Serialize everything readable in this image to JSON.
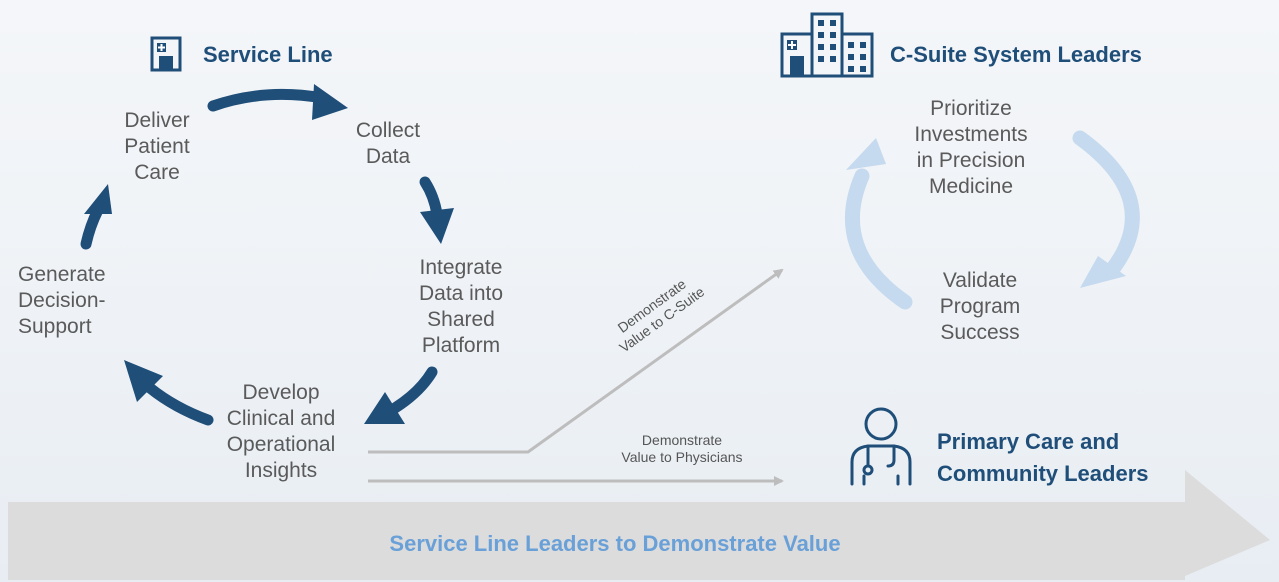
{
  "service_line": {
    "title": "Service Line",
    "icon": "hospital-door-icon",
    "steps": {
      "deliver": "Deliver\nPatient\nCare",
      "collect": "Collect\nData",
      "integrate": "Integrate\nData into\nShared\nPlatform",
      "develop": "Develop\nClinical and\nOperational\nInsights",
      "generate": "Generate\nDecision-\nSupport"
    }
  },
  "csuite": {
    "title": "C-Suite System Leaders",
    "icon": "hospital-building-icon",
    "steps": {
      "prioritize": "Prioritize\nInvestments\nin Precision\nMedicine",
      "validate": "Validate\nProgram\nSuccess"
    }
  },
  "primary_care": {
    "title": "Primary Care and\nCommunity Leaders",
    "icon": "physician-icon"
  },
  "connectors": {
    "to_csuite": "Demonstrate\nValue to C-Suite",
    "to_physicians": "Demonstrate\nValue to Physicians"
  },
  "banner": {
    "label": "Service Line Leaders to Demonstrate Value"
  },
  "colors": {
    "dark_blue": "#1f4e79",
    "light_blue": "#c5d9ef",
    "gray_arrow": "#bdbdbd",
    "banner_gray": "#dcdcdc",
    "banner_text": "#6aa0d8"
  }
}
